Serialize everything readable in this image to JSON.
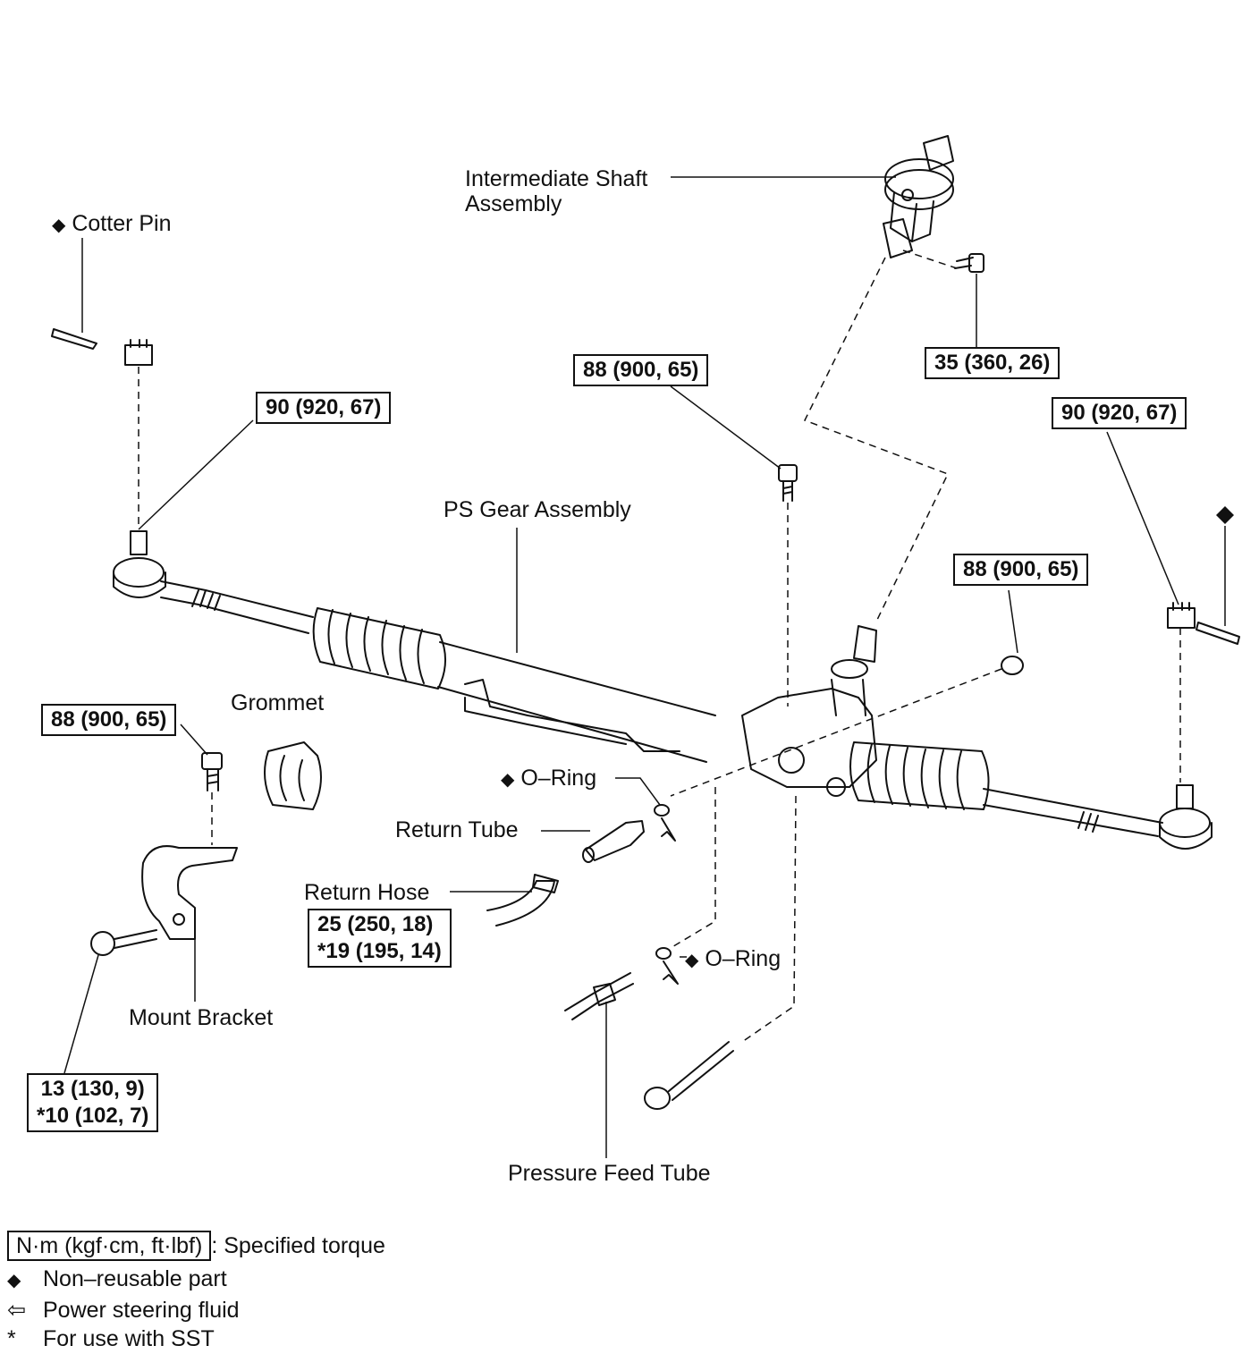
{
  "labels": {
    "cotter_pin": "Cotter Pin",
    "intermediate_shaft_line1": "Intermediate Shaft",
    "intermediate_shaft_line2": "Assembly",
    "ps_gear_assembly": "PS Gear Assembly",
    "grommet": "Grommet",
    "o_ring_upper": "O–Ring",
    "o_ring_lower": "O–Ring",
    "return_tube": "Return Tube",
    "return_hose": "Return Hose",
    "mount_bracket": "Mount Bracket",
    "pressure_feed_tube": "Pressure Feed Tube"
  },
  "torques": {
    "tie_rod_left": "90 (920, 67)",
    "tie_rod_right": "90 (920, 67)",
    "gear_bolt_top": "88 (900, 65)",
    "gear_nut_right": "88 (900, 65)",
    "bracket_bolt": "88 (900, 65)",
    "intermediate_shaft_bolt": "35 (360, 26)",
    "return_hose_line1": "25 (250, 18)",
    "return_hose_line2": "*19 (195, 14)",
    "mount_bolt_line1": "13 (130, 9)",
    "mount_bolt_line2": "*10 (102, 7)"
  },
  "symbols": {
    "non_reusable": "◆",
    "fluid_arrow": "⇦",
    "sst": "*"
  },
  "legend": {
    "torque_unit": "N·m (kgf·cm, ft·lbf)",
    "torque_desc": ": Specified torque",
    "non_reusable": "Non–reusable part",
    "fluid": "Power steering fluid",
    "sst": "For use with SST"
  }
}
